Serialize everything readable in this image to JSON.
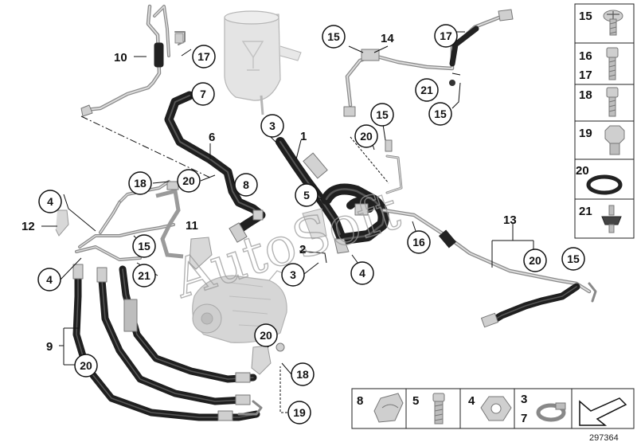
{
  "diagram": {
    "labels": {
      "l1": "1",
      "l2": "2",
      "l3a": "3",
      "l3b": "3",
      "l4a": "4",
      "l4b": "4",
      "l4c": "4",
      "l5": "5",
      "l6": "6",
      "l7": "7",
      "l8": "8",
      "l9": "9",
      "l10": "10",
      "l11": "11",
      "l12": "12",
      "l13": "13",
      "l14": "14",
      "l15a": "15",
      "l15b": "15",
      "l15c": "15",
      "l15d": "15",
      "l15e": "15",
      "l16": "16",
      "l17a": "17",
      "l17b": "17",
      "l18a": "18",
      "l18b": "18",
      "l19": "19",
      "l20a": "20",
      "l20b": "20",
      "l20c": "20",
      "l20d": "20",
      "l20e": "20",
      "l21a": "21",
      "l21b": "21"
    },
    "watermark": "AutoSoft",
    "reference_number": "297364"
  },
  "sidebar": {
    "items": [
      {
        "label": "15",
        "icon": "screw-head-icon"
      },
      {
        "label": "16",
        "label2": "17",
        "icon": "hex-socket-bolt-icon"
      },
      {
        "label": "18",
        "icon": "hex-socket-bolt-icon"
      },
      {
        "label": "19",
        "icon": "hex-bolt-icon"
      },
      {
        "label": "20",
        "icon": "o-ring-icon"
      },
      {
        "label": "21",
        "icon": "rubber-grommet-icon"
      }
    ]
  },
  "bottom_strip": {
    "items": [
      {
        "label": "8",
        "icon": "hose-clip-icon"
      },
      {
        "label": "5",
        "icon": "socket-bolt-icon"
      },
      {
        "label": "4",
        "icon": "hex-nut-icon"
      },
      {
        "label": "3",
        "label2": "7",
        "icon": "hose-clamp-icon"
      },
      {
        "label": "",
        "icon": "arrow-icon"
      }
    ]
  }
}
